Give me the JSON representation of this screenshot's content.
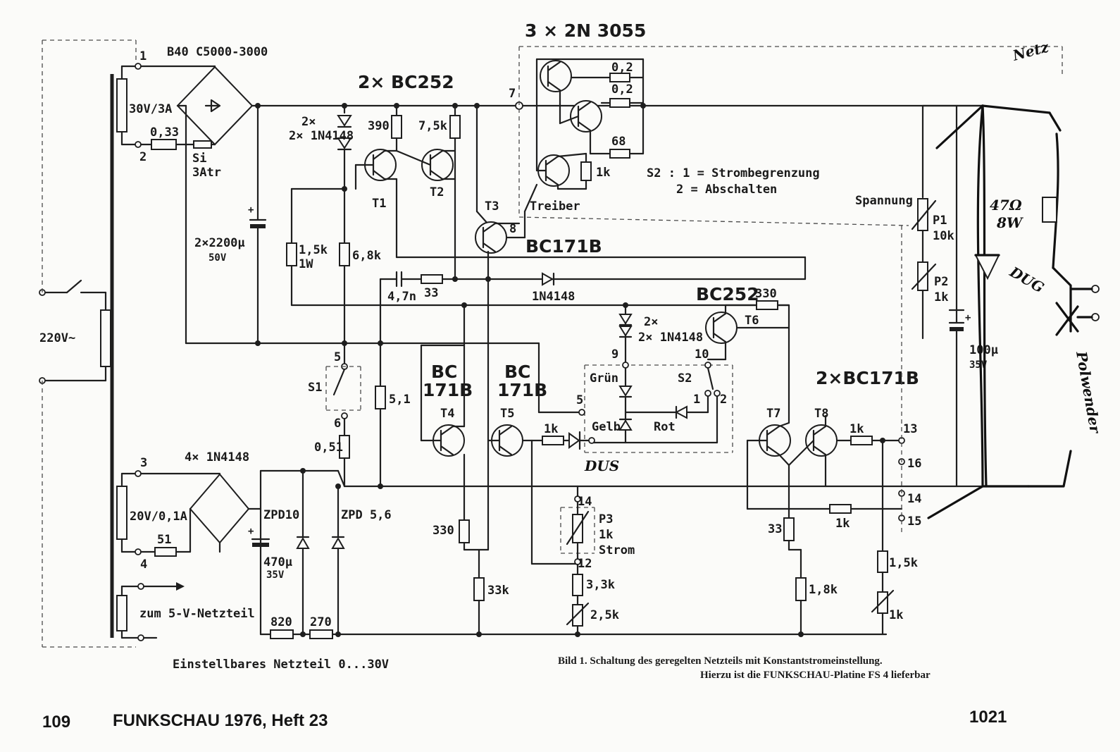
{
  "title": "3 × 2N 3055",
  "caption": {
    "line1": "Bild 1. Schaltung des geregelten Netzteils mit Konstantstromeinstellung.",
    "line2": "Hierzu ist die FUNKSCHAU-Platine FS 4 lieferbar"
  },
  "subtitle": "Einstellbares Netzteil 0...30V",
  "footer": {
    "page_left": "109",
    "magazine": "FUNKSCHAU 1976, Heft 23",
    "page_right": "1021"
  },
  "mains": {
    "voltage": "220V~"
  },
  "transformer": {
    "winding1": "30V/3A",
    "winding2": "20V/0,1A",
    "winding3": "zum 5-V-Netzteil",
    "pins": [
      "1",
      "2",
      "3",
      "4"
    ]
  },
  "rectifier": {
    "main": "B40 C5000-3000",
    "aux": "4× 1N4148"
  },
  "fuse": {
    "value": "Si",
    "rating": "3Atr"
  },
  "capacitors": {
    "c_main": "2×2200µ",
    "c_main_v": "50V",
    "c_470": "470µ",
    "c_470_v": "35V",
    "c_47n": "4,7n",
    "c_100": "100µ",
    "c_100_v": "35V"
  },
  "resistors": {
    "r033": "0,33",
    "r51a": "51",
    "r390": "390",
    "r75k": "7,5k",
    "r15k": "1,5k",
    "r15k_w": "1W",
    "r68k": "6,8k",
    "r33": "33",
    "r51b": "5,1",
    "r051": "0,51",
    "r330a": "330",
    "r330b": "330",
    "r33k": "33k",
    "r1ka": "1k",
    "r1kb": "1k",
    "r1kc": "1k",
    "r1kd": "1k",
    "r33b": "33",
    "r18k": "1,8k",
    "r15k2": "1,5k",
    "r33k2": "3,3k",
    "r25k": "2,5k",
    "r820": "820",
    "r270": "270",
    "r02a": "0,2",
    "r02b": "0,2",
    "r68": "68",
    "r1ke": "1k",
    "r1kf": "1k"
  },
  "diodes": {
    "d_2x1n4148a": "2× 1N4148",
    "d_1n4148": "1N4148",
    "d_2x1n4148b": "2× 1N4148",
    "zpd10": "ZPD10",
    "zpd56": "ZPD 5,6"
  },
  "transistors": {
    "t1": "T1",
    "t2": "T2",
    "t3": "T3",
    "t4": "T4",
    "t5": "T5",
    "t6": "T6",
    "t7": "T7",
    "t8": "T8",
    "pair_t12": "2× BC252",
    "t3_type": "BC171B",
    "t6_type": "BC252",
    "pair_t78": "2×BC171B",
    "t4_type1": "BC",
    "t4_type2": "171B",
    "t5_type1": "BC",
    "t5_type2": "171B",
    "driver": "Treiber"
  },
  "switches": {
    "s1": "S1",
    "s2": "S2",
    "s2_legend1": "S2 : 1 = Strombegrenzung",
    "s2_legend2": "2 = Abschalten"
  },
  "leds": {
    "green": "Grün",
    "yellow": "Gelb",
    "red": "Rot"
  },
  "pots": {
    "p1": "P1",
    "p1_val": "10k",
    "p2": "P2",
    "p2_val": "1k",
    "voltage_label": "Spannung",
    "p3": "P3",
    "p3_val": "1k",
    "p3_label": "Strom",
    "p_1k": "1k"
  },
  "nodes": [
    "1",
    "2",
    "3",
    "4",
    "5",
    "6",
    "7",
    "8",
    "9",
    "10",
    "12",
    "13",
    "14",
    "5",
    "1",
    "2",
    "14",
    "15",
    "16"
  ],
  "handwritten": {
    "netz": "Netz",
    "r47": "47Ω",
    "r47w": "8W",
    "dug": "DUG",
    "dus": "DUS",
    "polwender": "Polwender"
  }
}
